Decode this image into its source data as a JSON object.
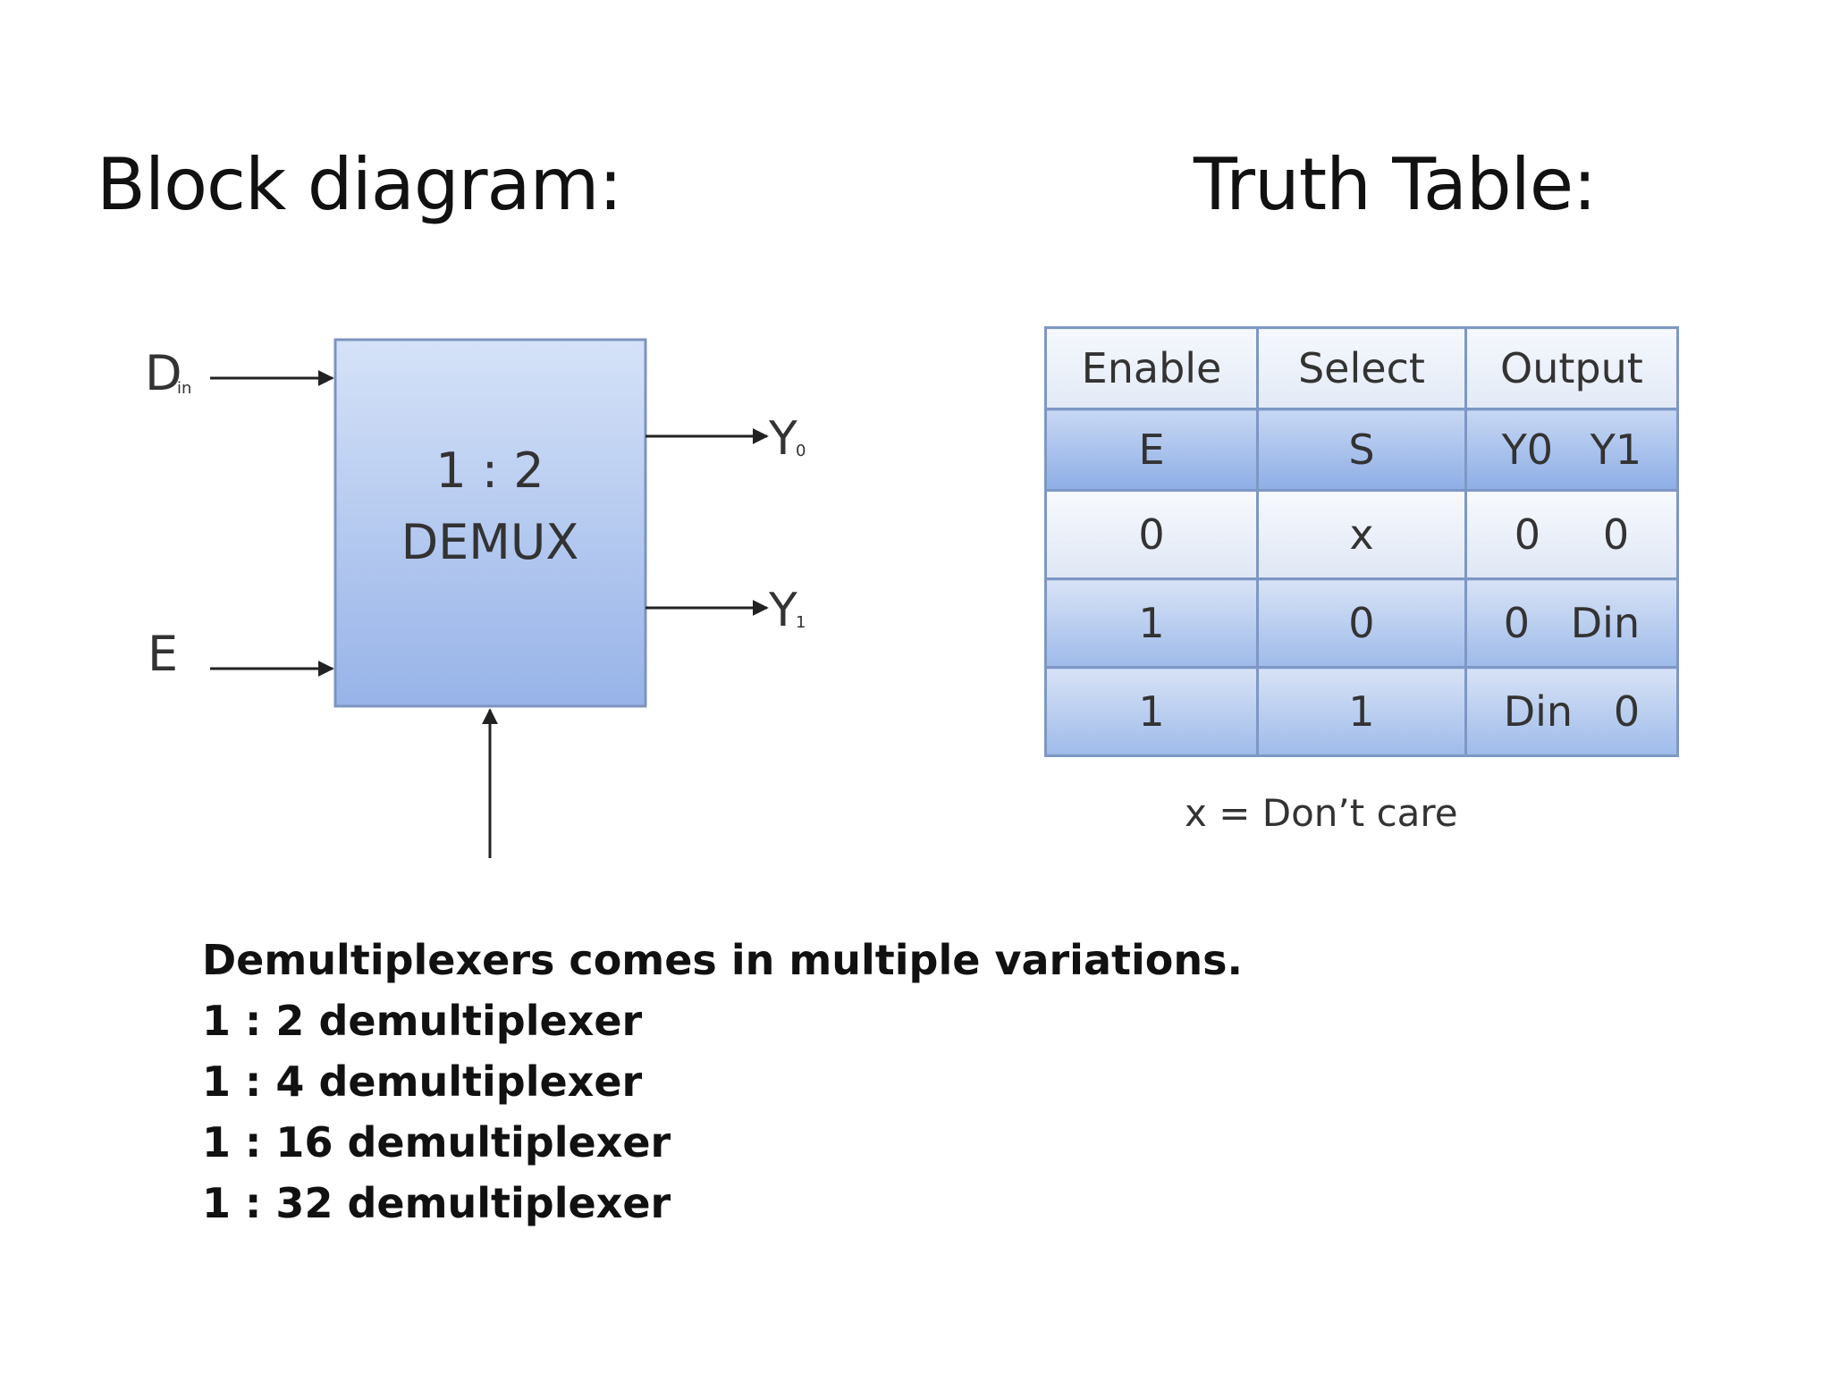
{
  "headings": {
    "block": "Block diagram:",
    "truth": "Truth Table:"
  },
  "diagram": {
    "input_data": "D",
    "input_data_sub": "in",
    "input_enable": "E",
    "box_line1": "1 : 2",
    "box_line2": "DEMUX",
    "output0": "Y",
    "output0_sub": "0",
    "output1": "Y",
    "output1_sub": "1"
  },
  "truth_table": {
    "headers": [
      "Enable",
      "Select",
      "Output"
    ],
    "subheaders": [
      "E",
      "S",
      "Y0",
      "Y1"
    ],
    "rows": [
      [
        "0",
        "x",
        "0",
        "0"
      ],
      [
        "1",
        "0",
        "0",
        "Din"
      ],
      [
        "1",
        "1",
        "Din",
        "0"
      ]
    ],
    "legend": "x = Don’t care"
  },
  "variations": [
    "Demultiplexers comes in multiple variations.",
    "1 : 2 demultiplexer",
    "1 : 4 demultiplexer",
    "1 : 16 demultiplexer",
    "1 : 32 demultiplexer"
  ],
  "colors": {
    "box_top": "#d5e2f8",
    "box_bottom": "#97b3e8",
    "table_border": "#7e97c4"
  }
}
